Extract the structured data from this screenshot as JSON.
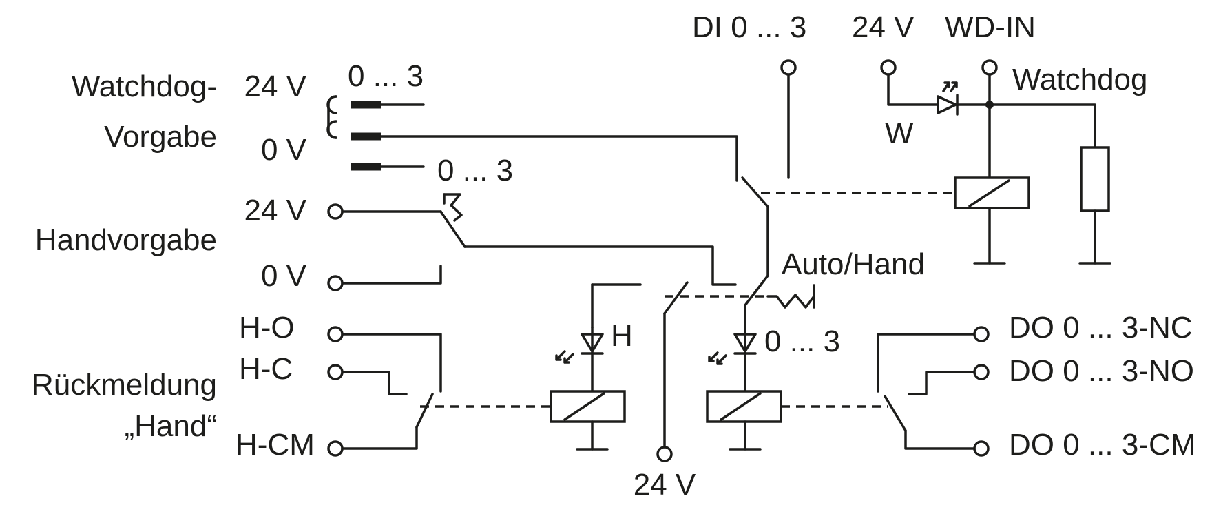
{
  "labels": {
    "watchdog_vorgabe_1": "Watchdog-",
    "watchdog_vorgabe_2": "Vorgabe",
    "wv_24v": "24 V",
    "wv_0v": "0 V",
    "wv_range_top": "0 ... 3",
    "wv_range_bottom": "0 ... 3",
    "handvorgabe": "Handvorgabe",
    "hv_24v": "24 V",
    "hv_0v": "0 V",
    "h_o": "H-O",
    "h_c": "H-C",
    "h_cm": "H-CM",
    "rueckmeldung_1": "Rückmeldung",
    "rueckmeldung_2": "„Hand“",
    "di": "DI 0 ... 3",
    "top_24v": "24 V",
    "wd_in": "WD-IN",
    "watchdog": "Watchdog",
    "w": "W",
    "auto_hand": "Auto/Hand",
    "h_led": "H",
    "led_range": "0 ... 3",
    "bottom_24v": "24 V",
    "do_nc": "DO 0 ... 3-NC",
    "do_no": "DO 0 ... 3-NO",
    "do_cm": "DO 0 ... 3-CM"
  }
}
